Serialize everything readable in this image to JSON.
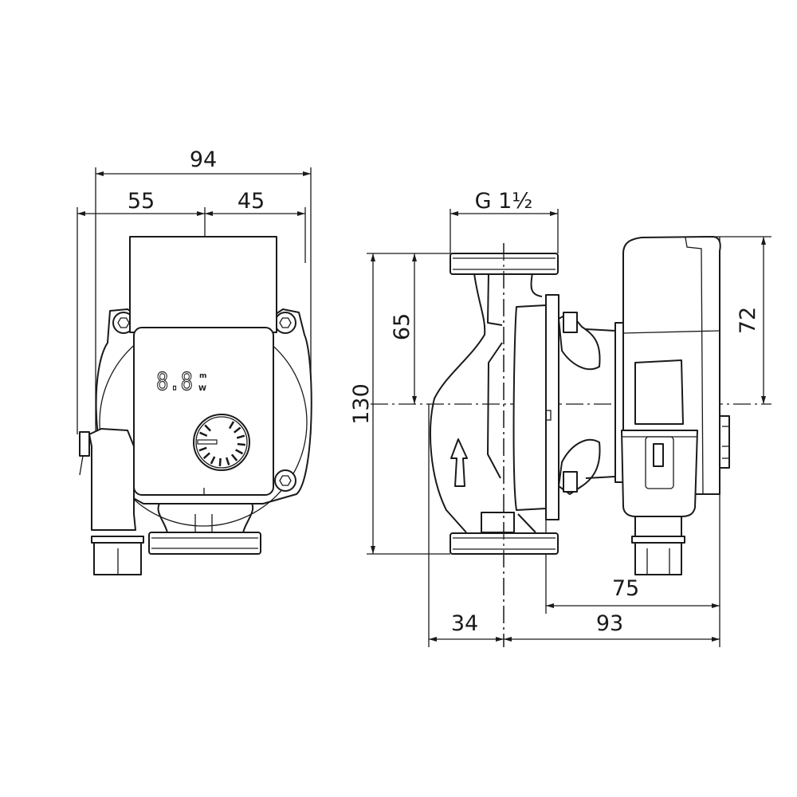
{
  "drawing": {
    "title": "Circulation pump dimensional drawing",
    "front_view": {
      "dimensions": {
        "overall_width": "94",
        "left_width": "55",
        "right_width": "45"
      },
      "display_reading": "8.8",
      "display_units": [
        "m",
        "W"
      ]
    },
    "side_view": {
      "dimensions": {
        "thread": "G 1½",
        "flange_to_flange": "130",
        "half_height": "65",
        "motor_half_height": "72",
        "flange_to_motor": "75",
        "axis_to_motor_end": "93",
        "housing_to_axis": "34"
      }
    }
  }
}
